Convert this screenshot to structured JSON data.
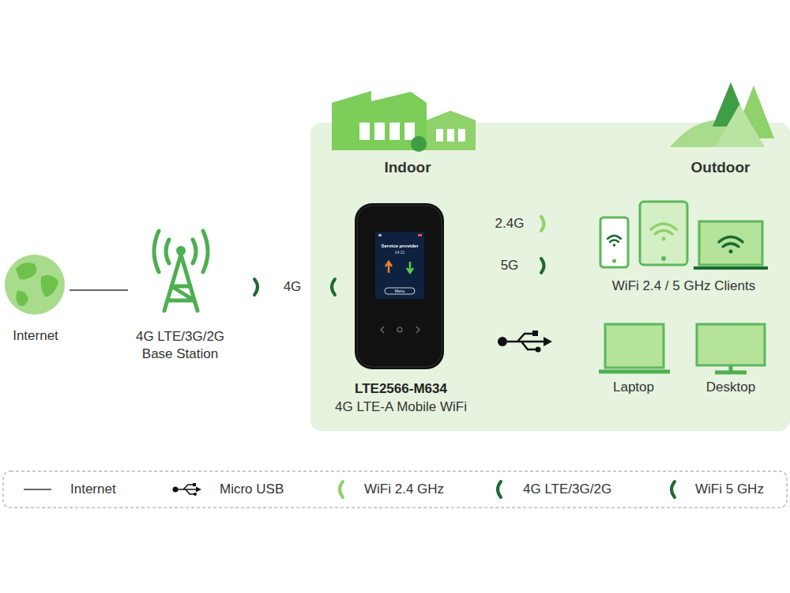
{
  "diagram": {
    "nodes": [
      {
        "text": [
          "Internet"
        ]
      },
      {
        "text": [
          "4G LTE/3G/2G Base Station"
        ]
      },
      {
        "text": [
          "Indoor",
          "Outdoor"
        ]
      },
      {
        "text": [
          "LTE2566-M634",
          "4G LTE-A Mobile WiFi"
        ],
        "in": 2
      },
      {
        "text": [
          "WiFi 2.4 / 5 GHz Clients"
        ],
        "in": 2
      },
      {
        "text": [
          "Laptop"
        ],
        "in": 2
      },
      {
        "text": [
          "Desktop"
        ],
        "in": 2
      }
    ],
    "edges": [
      {
        "from": 0,
        "to": 1,
        "arrow": "none"
      }
    ],
    "labels": [
      "4G",
      "2.4G",
      "5G",
      "Service provider",
      "14:31",
      "Menu"
    ],
    "legend": [
      {
        "text": "Internet"
      },
      {
        "text": "Micro USB"
      },
      {
        "text": "WiFi 2.4 GHz"
      },
      {
        "text": "4G LTE/3G/2G"
      },
      {
        "text": "WiFi 5 GHz"
      }
    ]
  }
}
